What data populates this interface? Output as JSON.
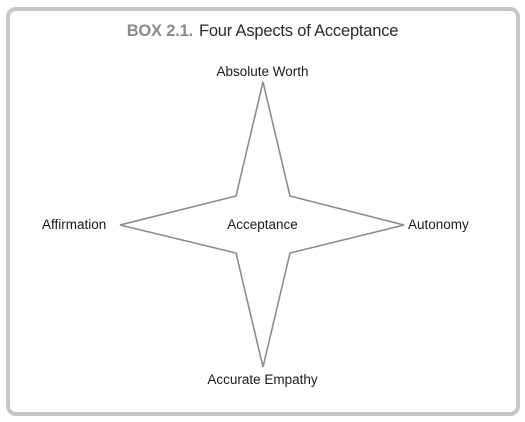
{
  "box": {
    "number": "BOX 2.1.",
    "title": "Four Aspects of Acceptance"
  },
  "diagram": {
    "center": "Acceptance",
    "top": "Absolute Worth",
    "right": "Autonomy",
    "bottom": "Accurate Empathy",
    "left": "Affirmation"
  },
  "colors": {
    "frame": "#c6c6c6",
    "box_number": "#8a8a8a",
    "star_stroke": "#8c8c8c"
  }
}
